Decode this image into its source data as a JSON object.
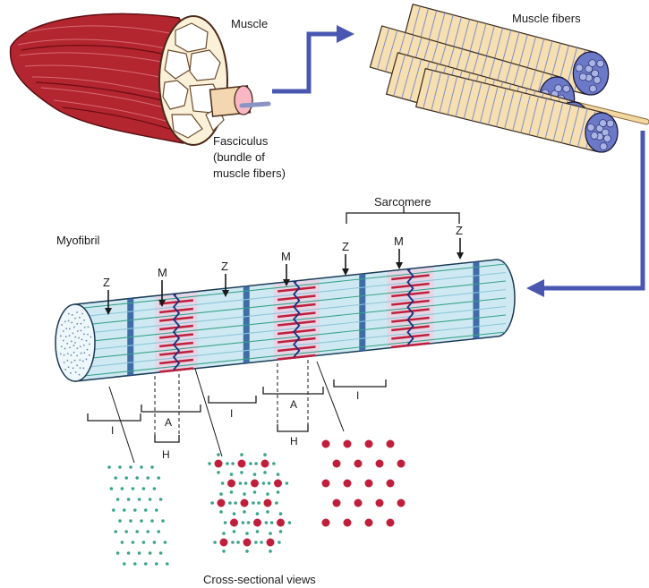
{
  "labels": {
    "muscle": "Muscle",
    "muscle_fibers": "Muscle fibers",
    "fasciculus_1": "Fasciculus",
    "fasciculus_2": "(bundle of",
    "fasciculus_3": "muscle fibers)",
    "sarcomere": "Sarcomere",
    "myofibril": "Myofibril",
    "z": "Z",
    "m": "M",
    "i": "I",
    "a": "A",
    "h": "H",
    "cross_sectional_views": "Cross-sectional views"
  },
  "colors": {
    "muscle_red": "#b3262f",
    "muscle_dark": "#7a1219",
    "fascicle_tan": "#f6dfb0",
    "fiber_blue_end": "#6b79c8",
    "arrow_blue": "#4a57b0",
    "myofibril_light": "#cfe9f2",
    "myofibril_band": "#2f5f9f",
    "actin_green": "#3aa38a",
    "myosin_red": "#c01f3c",
    "myosin_dark": "#1f2f7a"
  }
}
